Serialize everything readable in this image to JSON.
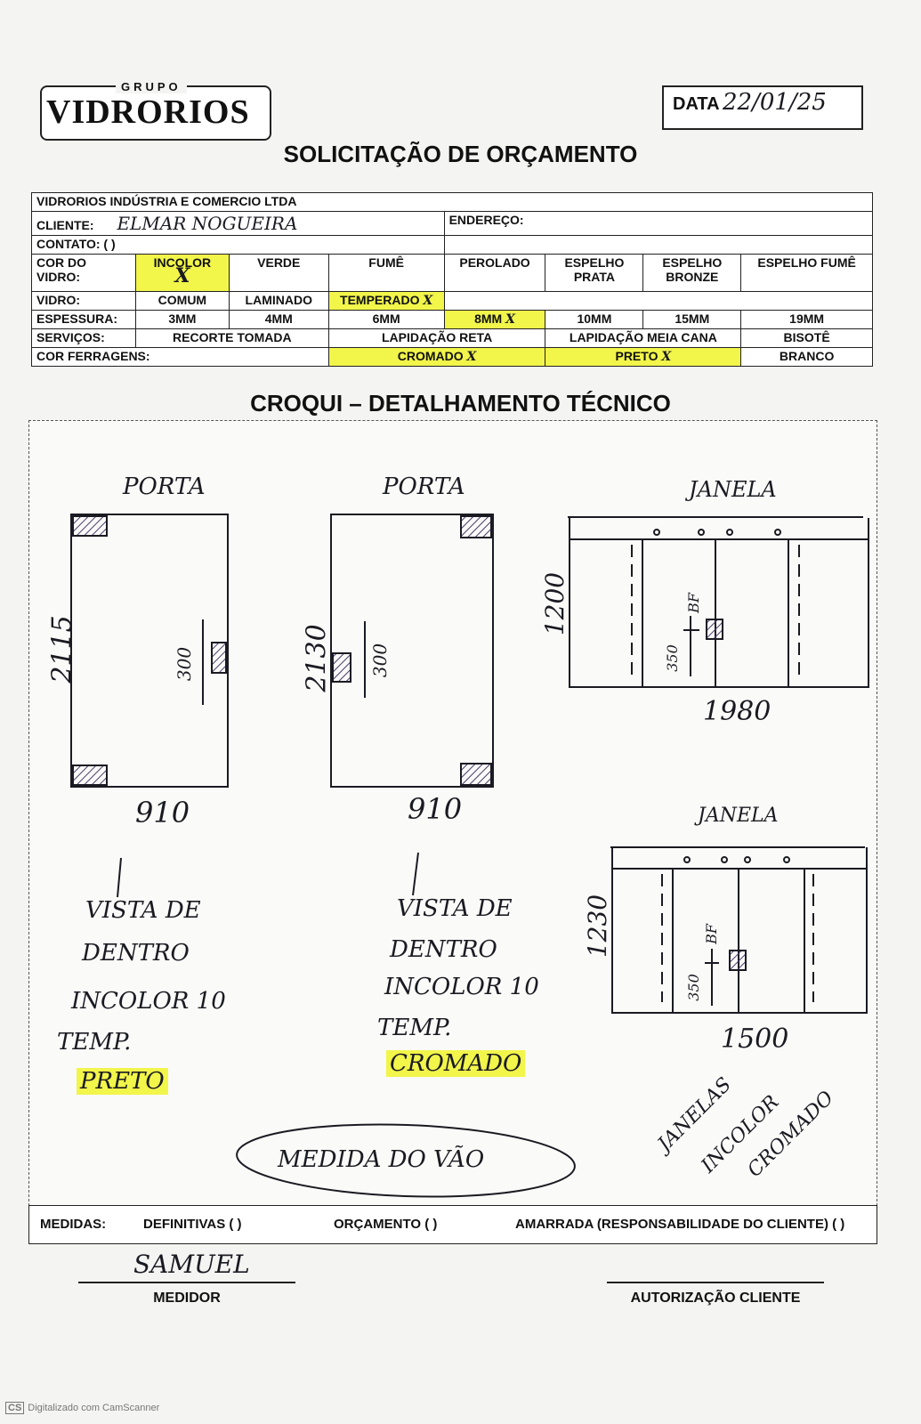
{
  "logo": {
    "grupo": "GRUPO",
    "name": "VIDRORIOS"
  },
  "date": {
    "label": "DATA",
    "value": "22/01/25"
  },
  "title": "SOLICITAÇÃO DE ORÇAMENTO",
  "form": {
    "company": "VIDRORIOS INDÚSTRIA E COMERCIO LTDA",
    "cliente_label": "CLIENTE:",
    "cliente_value": "ELMAR NOGUEIRA",
    "endereco_label": "ENDEREÇO:",
    "contato_label": "CONTATO: (     )",
    "cor_label": "COR DO VIDRO:",
    "cores": [
      "INCOLOR",
      "VERDE",
      "FUMÊ",
      "PEROLADO",
      "ESPELHO PRATA",
      "ESPELHO BRONZE",
      "ESPELHO FUMÊ"
    ],
    "vidro_label": "VIDRO:",
    "vidros": [
      "COMUM",
      "LAMINADO",
      "TEMPERADO"
    ],
    "espessura_label": "ESPESSURA:",
    "espessuras": [
      "3MM",
      "4MM",
      "6MM",
      "8MM",
      "10MM",
      "15MM",
      "19MM"
    ],
    "servicos_label": "SERVIÇOS:",
    "servicos": [
      "RECORTE TOMADA",
      "LAPIDAÇÃO RETA",
      "LAPIDAÇÃO MEIA CANA",
      "BISOTÊ"
    ],
    "ferragens_label": "COR FERRAGENS:",
    "ferragens": [
      "CROMADO",
      "PRETO",
      "BRANCO"
    ],
    "mark": "X"
  },
  "croqui_title": "CROQUI – DETALHAMENTO TÉCNICO",
  "sketch": {
    "porta1": {
      "label": "PORTA",
      "height": "2115",
      "width": "910",
      "handle": "300"
    },
    "porta2": {
      "label": "PORTA",
      "height": "2130",
      "width": "910",
      "handle": "300"
    },
    "janela1": {
      "label": "JANELA",
      "height": "1200",
      "width": "1980",
      "handle": "350",
      "bf": "BF"
    },
    "janela2": {
      "label": "JANELA",
      "height": "1230",
      "width": "1500",
      "handle": "350",
      "bf": "BF"
    },
    "note1": [
      "VISTA DE",
      "DENTRO",
      "INCOLOR 10",
      "TEMP."
    ],
    "note1_color": "PRETO",
    "note2": [
      "VISTA DE",
      "DENTRO",
      "INCOLOR 10",
      "TEMP."
    ],
    "note2_color": "CROMADO",
    "medida": "MEDIDA DO VÃO",
    "janelas_note": [
      "JANELAS",
      "INCOLOR",
      "CROMADO"
    ]
  },
  "footer": {
    "medidas": "MEDIDAS:",
    "definitivas": "DEFINITIVAS (  )",
    "orcamento": "ORÇAMENTO (  )",
    "amarrada": "AMARRADA (RESPONSABILIDADE DO CLIENTE) (  )"
  },
  "signatures": {
    "medidor_name": "SAMUEL",
    "medidor_label": "MEDIDOR",
    "cliente_label": "AUTORIZAÇÃO CLIENTE"
  },
  "scanner": {
    "badge": "CS",
    "text": "Digitalizado com CamScanner"
  },
  "colors": {
    "highlight": "#f2f54a",
    "ink": "#1a1a22"
  }
}
